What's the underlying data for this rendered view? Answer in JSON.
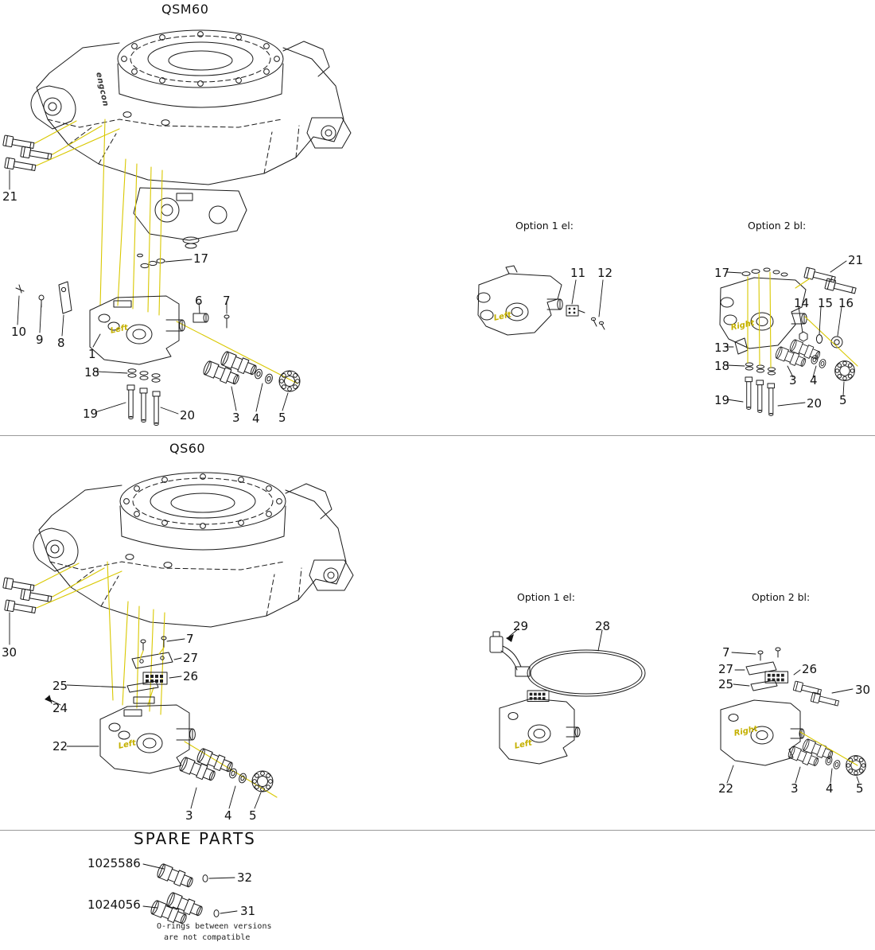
{
  "colors": {
    "line": "#1a1a1a",
    "leader_yellow": "#d9c800",
    "accent_text_yellow": "#c4b000",
    "divider_gray": "#9a9a9a",
    "background": "#ffffff"
  },
  "qsm60": {
    "title": "QSM60",
    "brand": "engcon",
    "left_label": "Left",
    "callouts": {
      "n21": "21",
      "n17": "17",
      "n10": "10",
      "n9": "9",
      "n8": "8",
      "n1": "1",
      "n18": "18",
      "n19": "19",
      "n20": "20",
      "n6": "6",
      "n7": "7",
      "n3": "3",
      "n4": "4",
      "n5": "5"
    },
    "option1": {
      "label": "Option 1 el:",
      "left_label": "Left",
      "callouts": {
        "n11": "11",
        "n12": "12"
      }
    },
    "option2": {
      "label": "Option 2 bl:",
      "right_label": "Right",
      "callouts": {
        "n17": "17",
        "n21": "21",
        "n13": "13",
        "n14": "14",
        "n15": "15",
        "n16": "16",
        "n18": "18",
        "n19": "19",
        "n20": "20",
        "n3": "3",
        "n4": "4",
        "n5": "5"
      }
    }
  },
  "qs60": {
    "title": "QS60",
    "left_label": "Left",
    "callouts": {
      "n30": "30",
      "n7": "7",
      "n27": "27",
      "n26": "26",
      "n25": "25",
      "n24": "24",
      "n22": "22",
      "n3": "3",
      "n4": "4",
      "n5": "5"
    },
    "option1": {
      "label": "Option 1 el:",
      "left_label": "Left",
      "callouts": {
        "n29": "29",
        "n28": "28"
      }
    },
    "option2": {
      "label": "Option 2 bl:",
      "right_label": "Right",
      "callouts": {
        "n7": "7",
        "n27": "27",
        "n26": "26",
        "n25": "25",
        "n30": "30",
        "n22": "22",
        "n3": "3",
        "n4": "4",
        "n5": "5"
      }
    }
  },
  "spare_parts": {
    "title": "SPARE PARTS",
    "items": [
      {
        "part_number": "1025586",
        "callout": "32"
      },
      {
        "part_number": "1024056",
        "callout": "31"
      }
    ],
    "note_line1": "O-rings between versions",
    "note_line2": "are not compatible"
  }
}
